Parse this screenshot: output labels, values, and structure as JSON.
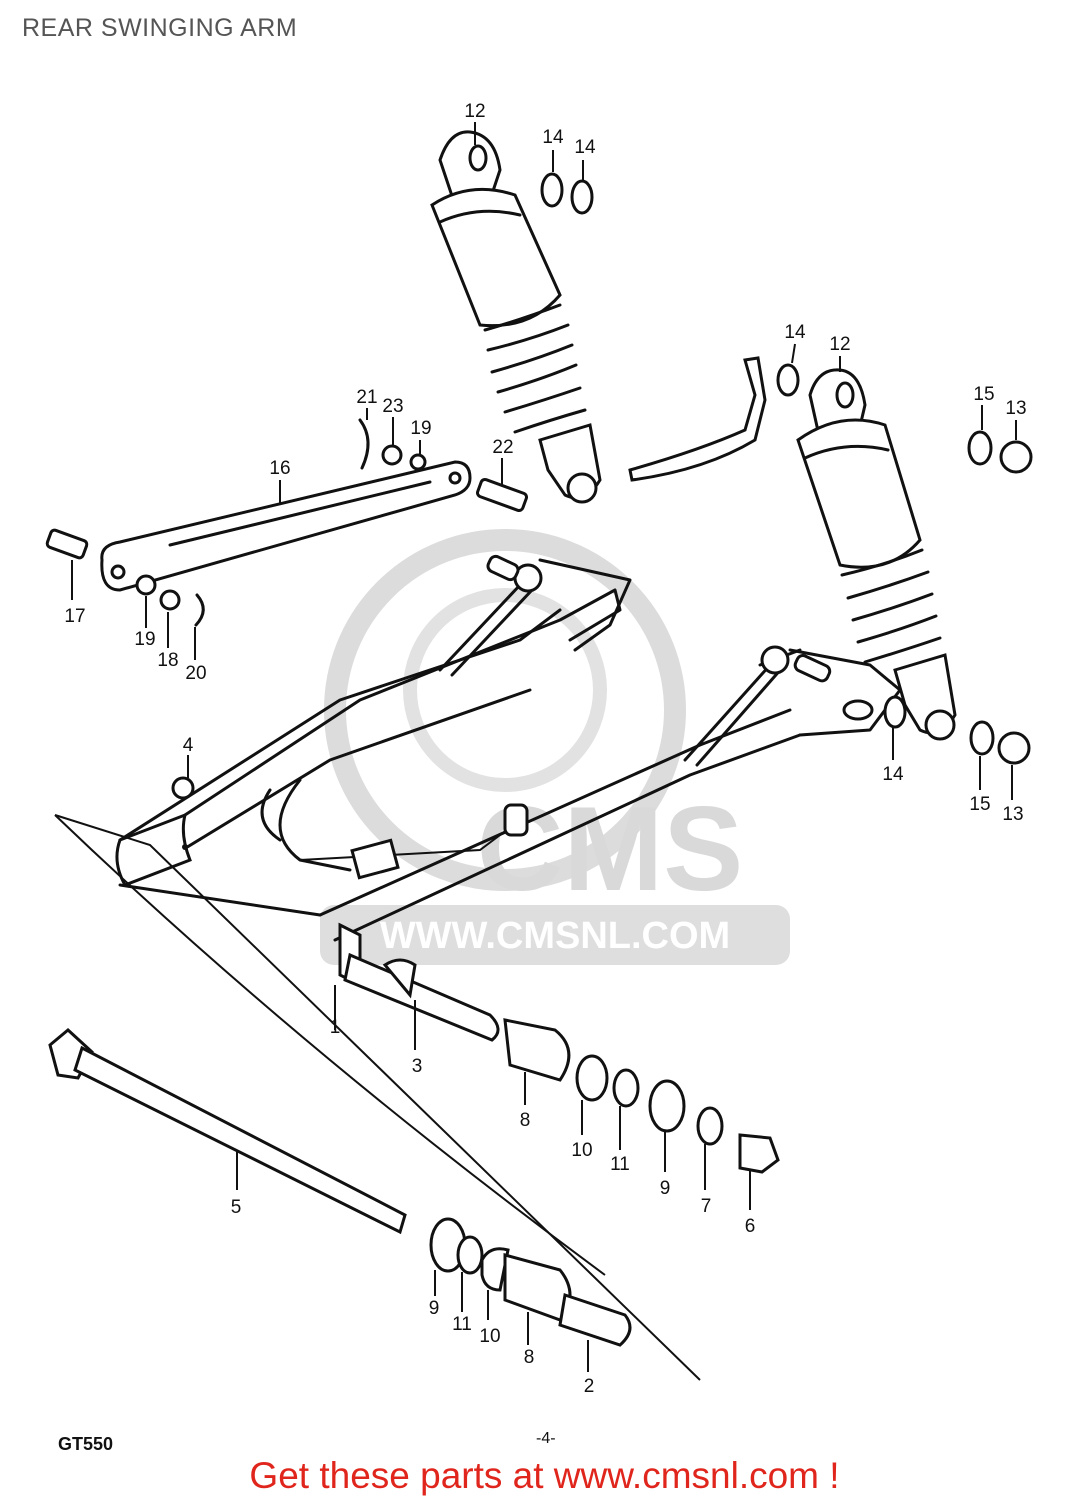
{
  "page": {
    "title": "REAR SWINGING ARM",
    "model": "GT550",
    "page_number": "-4-",
    "cta": "Get these parts at www.cmsnl.com !"
  },
  "watermark": {
    "brand": "CMS",
    "url": "WWW.CMSNL.COM",
    "color": "#d9d9d9"
  },
  "colors": {
    "cta": "#e0261c",
    "line": "#111111"
  },
  "callouts": {
    "c1": "1",
    "c2": "2",
    "c3": "3",
    "c4": "4",
    "c5": "5",
    "c6": "6",
    "c7": "7",
    "c8a": "8",
    "c8b": "8",
    "c9a": "9",
    "c9b": "9",
    "c10a": "10",
    "c10b": "10",
    "c11a": "11",
    "c11b": "11",
    "c12a": "12",
    "c12b": "12",
    "c13a": "13",
    "c13b": "13",
    "c14a": "14",
    "c14b": "14",
    "c14c": "14",
    "c14d": "14",
    "c15a": "15",
    "c15b": "15",
    "c16": "16",
    "c17": "17",
    "c18": "18",
    "c19a": "19",
    "c19b": "19",
    "c20": "20",
    "c21": "21",
    "c22": "22",
    "c23": "23"
  }
}
